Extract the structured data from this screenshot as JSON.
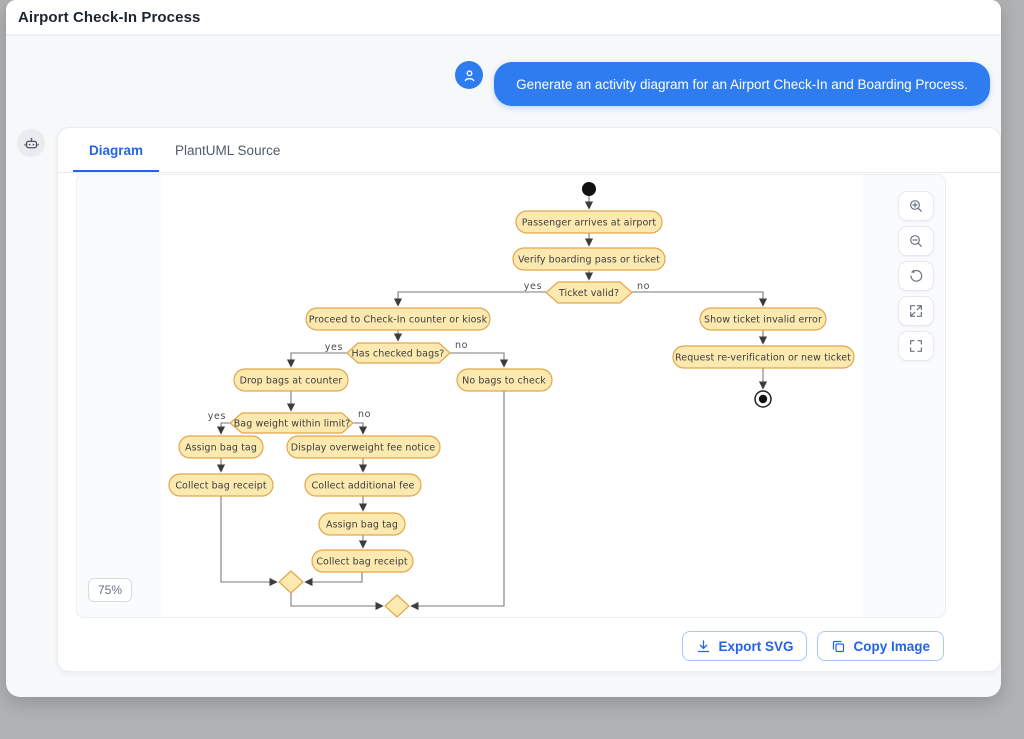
{
  "titlebar": {
    "title": "Airport Check-In Process"
  },
  "chat": {
    "user_message": "Generate an activity diagram for an Airport Check-In and Boarding Process."
  },
  "tabs": {
    "diagram": "Diagram",
    "plantuml": "PlantUML Source"
  },
  "viewer": {
    "zoom_level": "75%",
    "control_icons": [
      "zoom-in",
      "zoom-out",
      "reset-view",
      "maximize",
      "fullscreen"
    ],
    "export_svg_label": "Export SVG",
    "copy_image_label": "Copy Image"
  },
  "colors": {
    "accent_blue": "#2f7cf0",
    "tab_active_blue": "#2563eb",
    "node_fill": "#FCE9B0",
    "node_border": "#E2A64B",
    "edge_gray": "#7a7a7a",
    "page_background": "#b1b2b4"
  },
  "diagram": {
    "type": "activity",
    "guards": {
      "yes": "yes",
      "no": "no"
    },
    "nodes": {
      "arrive": "Passenger arrives at airport",
      "verify": "Verify boarding pass or ticket",
      "ticket_valid": "Ticket valid?",
      "proceed": "Proceed to Check-In counter or kiosk",
      "invalid_error": "Show ticket invalid error",
      "reverify": "Request re-verification or new ticket",
      "has_bags": "Has checked bags?",
      "drop_bags": "Drop bags at counter",
      "no_bags": "No bags to check",
      "weight_limit": "Bag weight within limit?",
      "assign_tag_1": "Assign bag tag",
      "receipt_1": "Collect bag receipt",
      "overweight": "Display overweight fee notice",
      "extra_fee": "Collect additional fee",
      "assign_tag_2": "Assign bag tag",
      "receipt_2": "Collect bag receipt"
    },
    "edges": [
      {
        "from": "start",
        "to": "arrive"
      },
      {
        "from": "arrive",
        "to": "verify"
      },
      {
        "from": "verify",
        "to": "ticket_valid"
      },
      {
        "from": "ticket_valid",
        "to": "proceed",
        "label": "yes"
      },
      {
        "from": "ticket_valid",
        "to": "invalid_error",
        "label": "no"
      },
      {
        "from": "invalid_error",
        "to": "reverify"
      },
      {
        "from": "reverify",
        "to": "end"
      },
      {
        "from": "proceed",
        "to": "has_bags"
      },
      {
        "from": "has_bags",
        "to": "drop_bags",
        "label": "yes"
      },
      {
        "from": "has_bags",
        "to": "no_bags",
        "label": "no"
      },
      {
        "from": "drop_bags",
        "to": "weight_limit"
      },
      {
        "from": "weight_limit",
        "to": "assign_tag_1",
        "label": "yes"
      },
      {
        "from": "weight_limit",
        "to": "overweight",
        "label": "no"
      },
      {
        "from": "assign_tag_1",
        "to": "receipt_1"
      },
      {
        "from": "overweight",
        "to": "extra_fee"
      },
      {
        "from": "extra_fee",
        "to": "assign_tag_2"
      },
      {
        "from": "assign_tag_2",
        "to": "receipt_2"
      },
      {
        "from": "receipt_1",
        "to": "merge_1"
      },
      {
        "from": "receipt_2",
        "to": "merge_1"
      },
      {
        "from": "merge_1",
        "to": "merge_2"
      },
      {
        "from": "no_bags",
        "to": "merge_2"
      }
    ]
  }
}
